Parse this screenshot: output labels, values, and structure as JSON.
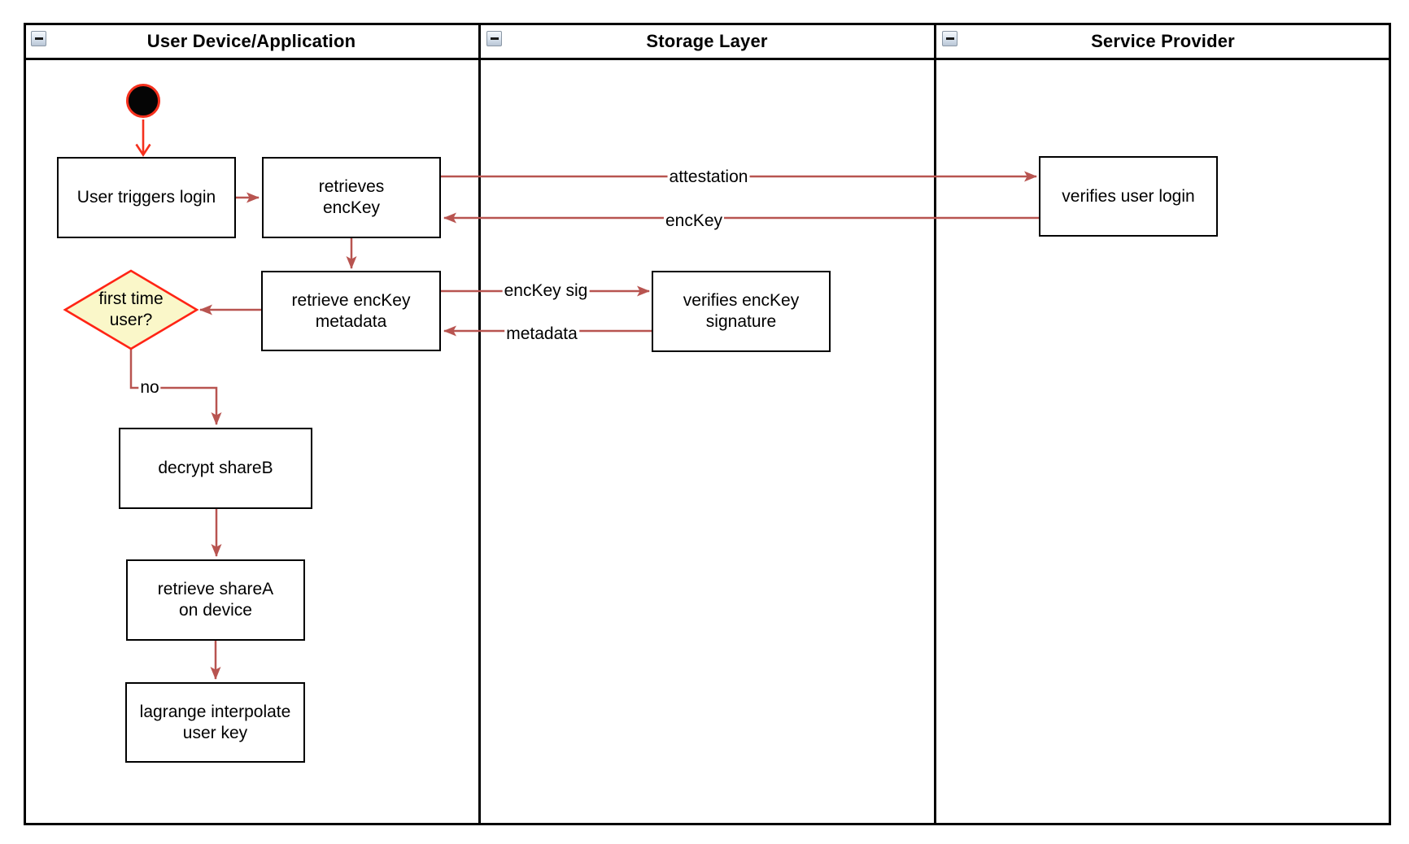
{
  "pool": {
    "lanes": [
      {
        "title": "User Device/Application"
      },
      {
        "title": "Storage Layer"
      },
      {
        "title": "Service Provider"
      }
    ]
  },
  "nodes": {
    "start": "initial-node",
    "user_triggers_login": "User triggers login",
    "retrieves_enckey": "retrieves\nencKey",
    "verifies_user_login": "verifies user login",
    "retrieve_enckey_metadata": "retrieve encKey\nmetadata",
    "verifies_enckey_signature": "verifies encKey\nsignature",
    "first_time_user": "first time\nuser?",
    "decrypt_shareb": "decrypt shareB",
    "retrieve_sharea": "retrieve shareA\non device",
    "lagrange_interpolate": "lagrange interpolate\nuser key"
  },
  "edges": {
    "attestation": "attestation",
    "enckey": "encKey",
    "enckey_sig": "encKey sig",
    "metadata": "metadata",
    "no": "no"
  },
  "colors": {
    "edge": "#B85450",
    "accent_red": "#F5301D",
    "diamond_fill": "#FAF7C9",
    "diamond_stroke": "#FF2415",
    "start_fill": "#050505",
    "lane_border": "#000000"
  }
}
